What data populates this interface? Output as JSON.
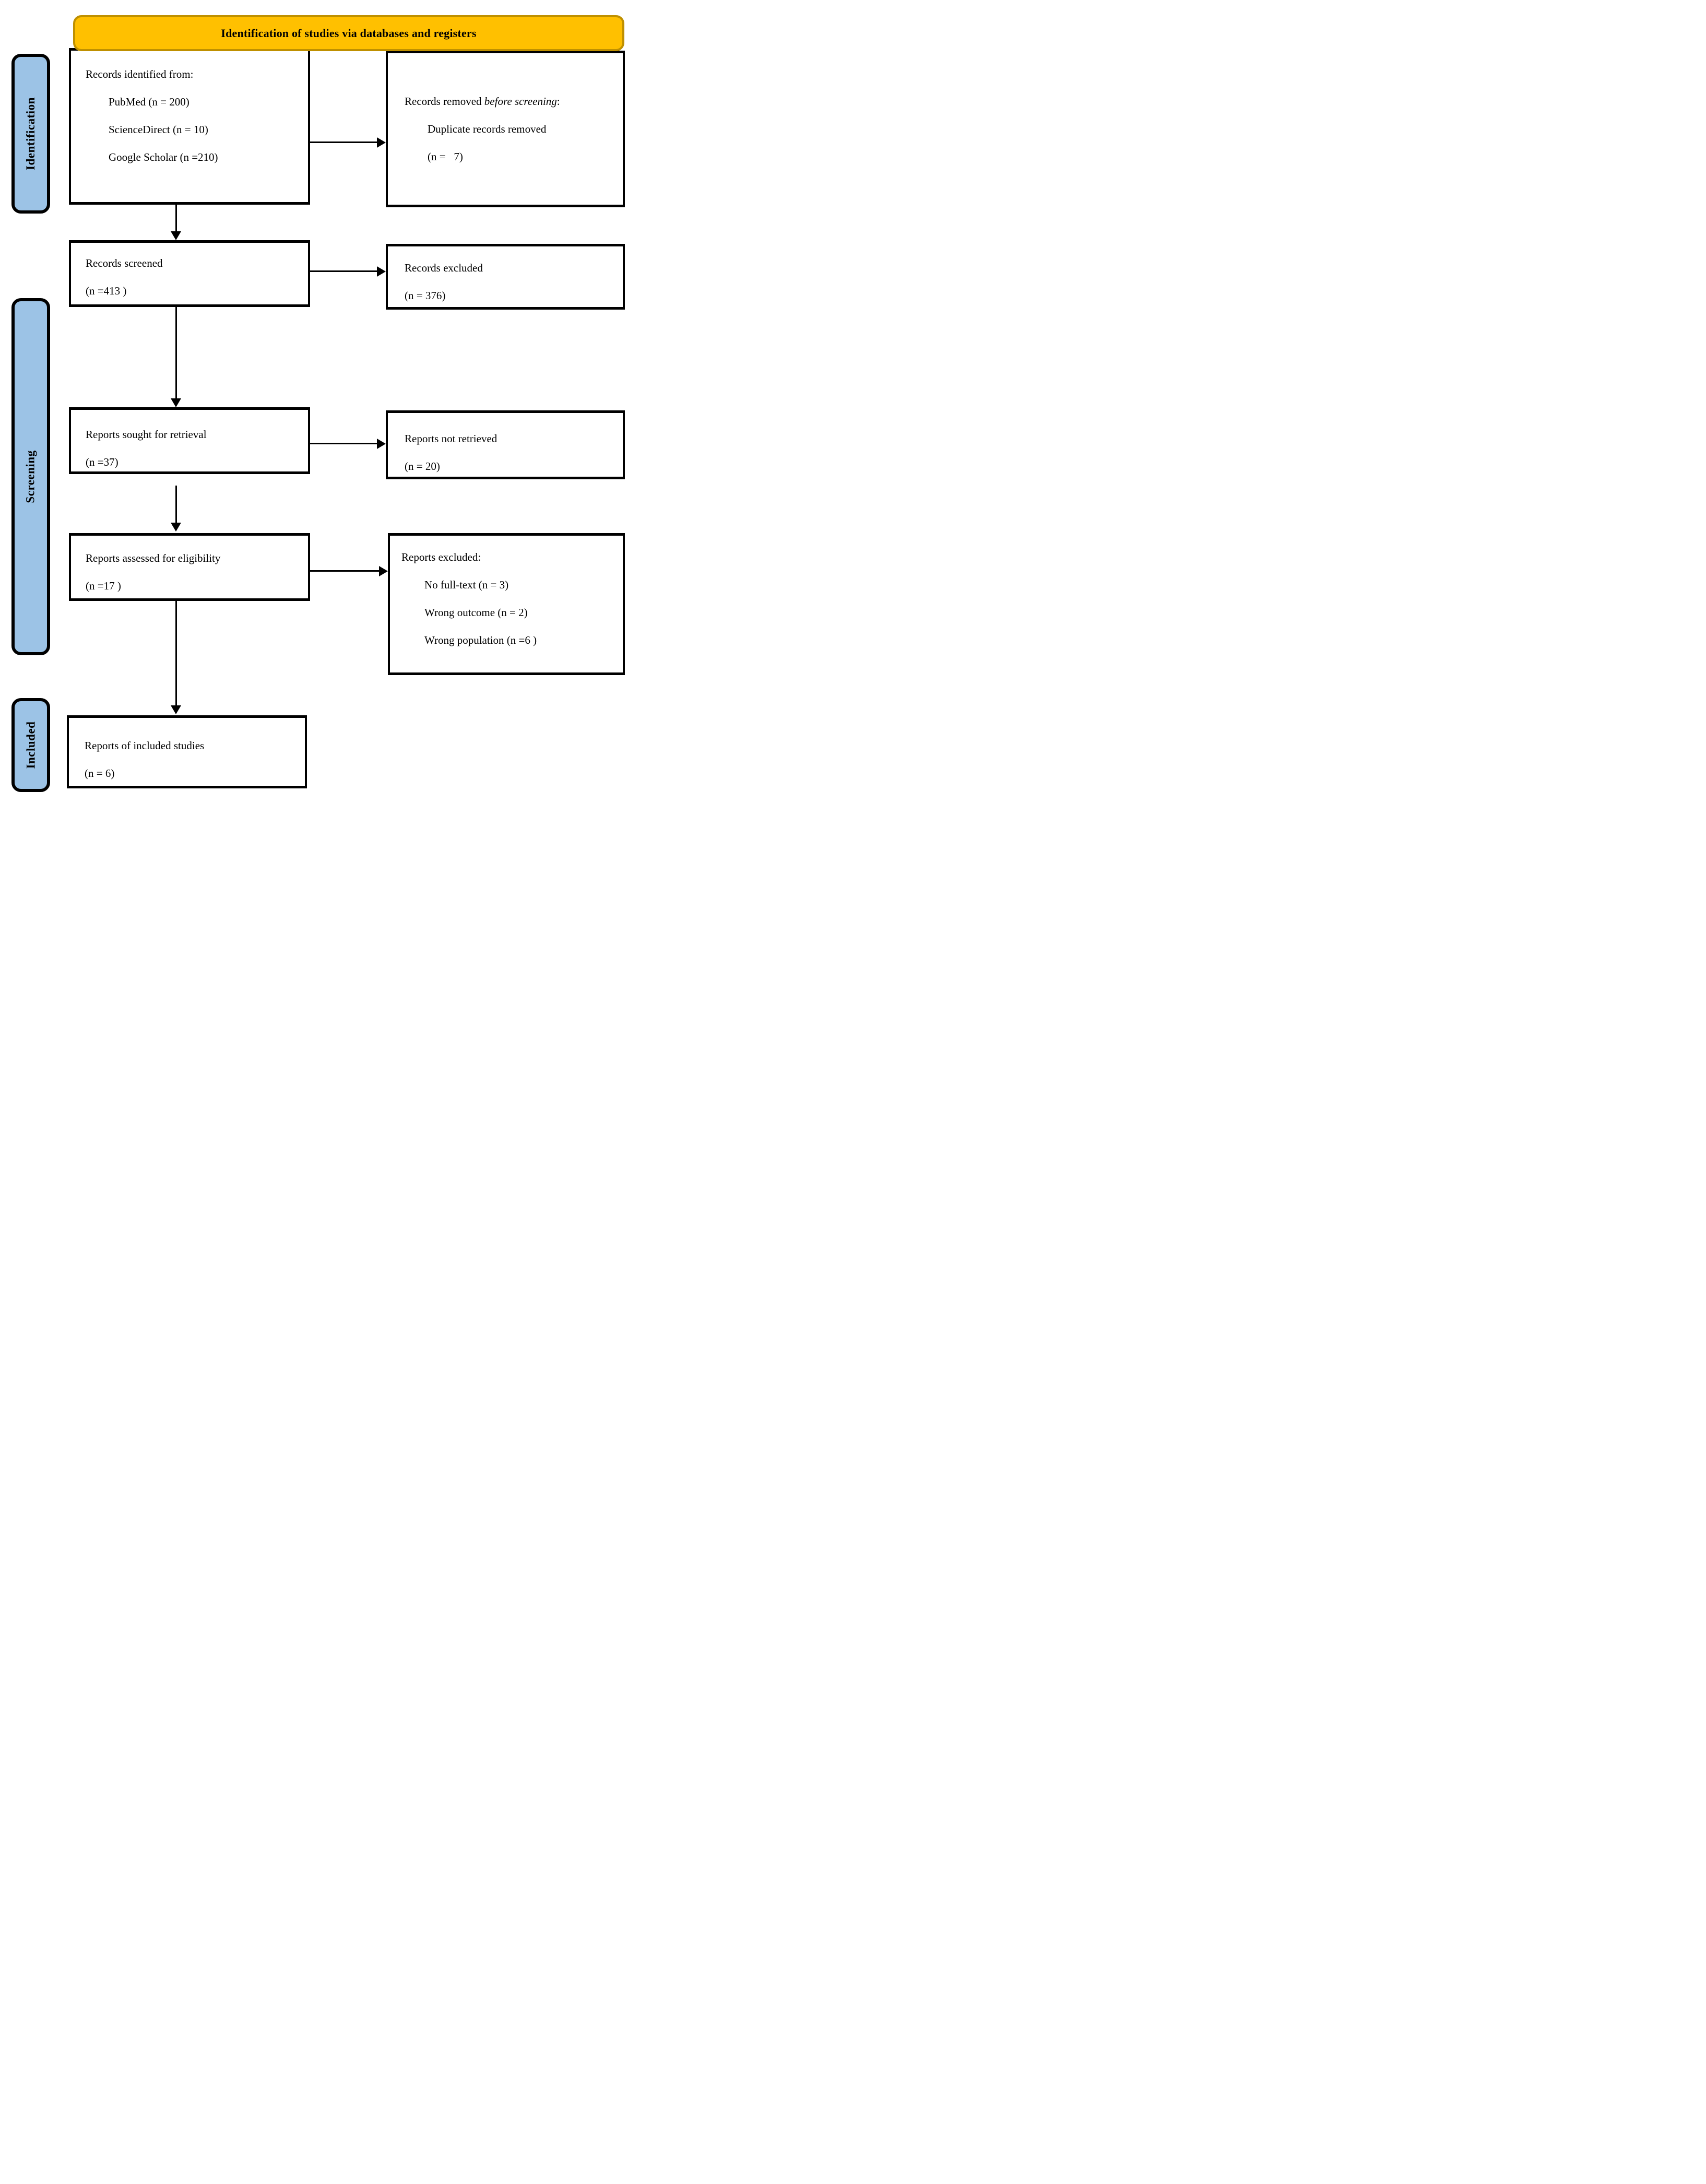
{
  "colors": {
    "banner_fill": "#FFC000",
    "banner_border": "#BF9000",
    "stage_fill": "#9CC3E6"
  },
  "banner": {
    "title": "Identification of studies via databases and registers"
  },
  "stages": [
    {
      "label": "Identification"
    },
    {
      "label": "Screening"
    },
    {
      "label": "Included"
    }
  ],
  "boxes": {
    "identified": {
      "heading": "Records identified from:",
      "items": [
        "PubMed (n = 200)",
        "ScienceDirect (n = 10)",
        "Google Scholar (n =210)"
      ]
    },
    "removed": {
      "line1": {
        "prefix": "Records removed ",
        "italic": "before screening",
        "suffix": ":"
      },
      "items": [
        "Duplicate records removed",
        "(n =   7)"
      ]
    },
    "screened": {
      "lines": [
        "Records screened",
        "(n =413 )"
      ]
    },
    "records_excluded": {
      "lines": [
        "Records excluded",
        "(n = 376)"
      ]
    },
    "sought": {
      "lines": [
        "Reports sought for retrieval",
        "(n =37)"
      ]
    },
    "not_retrieved": {
      "lines": [
        "Reports not retrieved",
        "(n = 20)"
      ]
    },
    "assessed": {
      "lines": [
        "Reports assessed for eligibility",
        "(n =17 )"
      ]
    },
    "reports_excluded": {
      "heading": "Reports excluded:",
      "items": [
        "No full-text (n = 3)",
        "Wrong outcome (n = 2)",
        "Wrong population (n =6 )"
      ]
    },
    "included_studies": {
      "lines": [
        "Reports of included studies",
        "(n = 6)"
      ]
    }
  }
}
